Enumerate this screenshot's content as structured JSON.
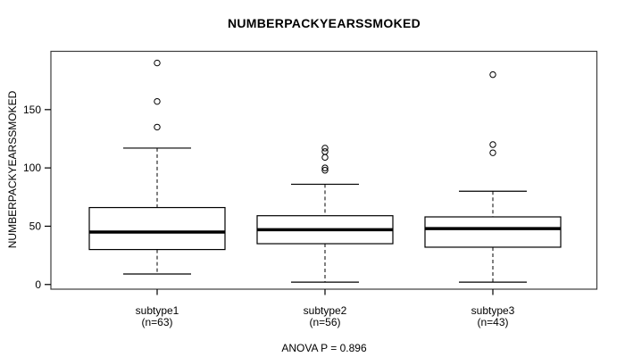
{
  "chart_data": {
    "type": "boxplot",
    "title": "NUMBERPACKYEARSSMOKED",
    "ylabel": "NUMBERPACKYEARSSMOKED",
    "annotation": "ANOVA P = 0.896",
    "ylim": [
      -4,
      200
    ],
    "yticks": [
      0,
      50,
      100,
      150
    ],
    "grid": false,
    "categories": [
      "subtype1",
      "subtype2",
      "subtype3"
    ],
    "groups": [
      {
        "label": "subtype1",
        "n_label": "(n=63)",
        "n": 63,
        "whisker_low": 9,
        "q1": 30,
        "median": 45,
        "q3": 66,
        "whisker_high": 117,
        "outliers": [
          135,
          157,
          190
        ]
      },
      {
        "label": "subtype2",
        "n_label": "(n=56)",
        "n": 56,
        "whisker_low": 2,
        "q1": 35,
        "median": 47,
        "q3": 59,
        "whisker_high": 86,
        "outliers": [
          98,
          100,
          109,
          114,
          117
        ]
      },
      {
        "label": "subtype3",
        "n_label": "(n=43)",
        "n": 43,
        "whisker_low": 2,
        "q1": 32,
        "median": 48,
        "q3": 58,
        "whisker_high": 80,
        "outliers": [
          113,
          120,
          180
        ]
      }
    ],
    "colors": {
      "line": "#000000",
      "frame": "#3c3c3c",
      "box_fill": "#ffffff",
      "background": "#ffffff"
    }
  }
}
